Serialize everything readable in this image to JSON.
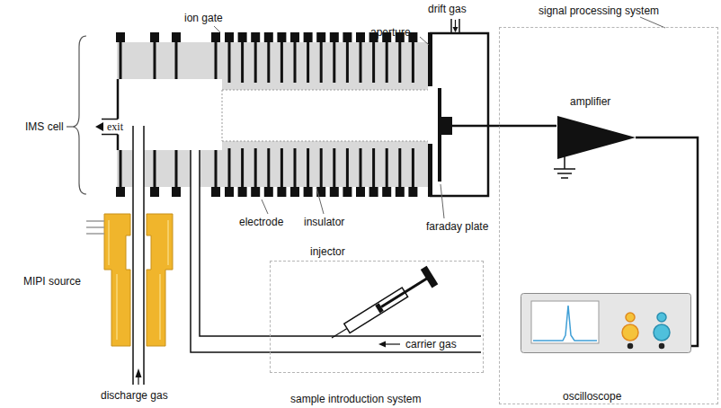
{
  "diagram": {
    "nodes": [
      {
        "text": [
          "signal processing system"
        ]
      },
      {
        "text": [
          "amplifier"
        ],
        "in": 0
      },
      {
        "text": [
          "oscilloscope"
        ],
        "in": 0
      },
      {
        "text": [
          "sample introduction system"
        ]
      }
    ],
    "edges": [
      {
        "from": 1,
        "to": 2,
        "arrow": "none"
      }
    ],
    "labels": [
      "IMS cell",
      "exit",
      "ion gate",
      "aperture",
      "drift gas",
      "electrode",
      "insulator",
      "faraday plate",
      "MIPI source",
      "discharge gas",
      "injector",
      "carrier gas"
    ]
  }
}
